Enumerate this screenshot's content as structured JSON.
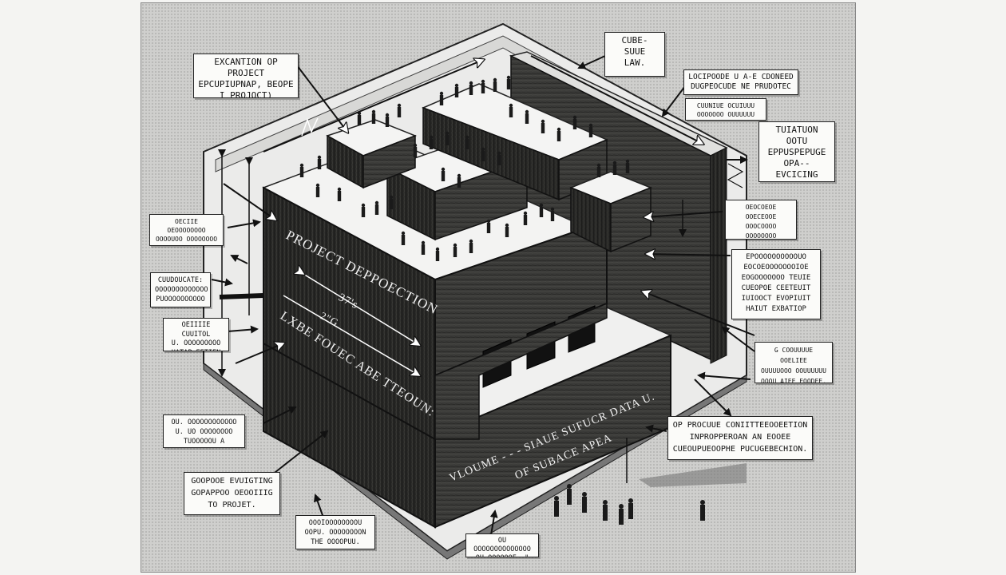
{
  "diagram": {
    "face_texts": {
      "main_title": "PROJECT DEPPOECTION",
      "measure_top": "37's",
      "measure_mid": "2\"G",
      "left_face_bottom": "LXBE FOUEC ABE TTEOUN:",
      "front_line1": "VLOUME - - -  SIAUE SUFUCR DATA U.",
      "front_line2": "OF SUBACE APEA"
    },
    "callouts": {
      "excavation": "EXCANTION OP PROJECT\nEPCUPIUPNAP, BEOPE\nI PROJOCT)",
      "cube": "CUBE-\nSUUE\nLAW.",
      "top_right": "LOCIPOODE U A-E CDONEED\nDUGPEOCUDE NE PRUDOTEC",
      "small_right": "CUUNIUE OCUIUUU\nOOOOOOO OUUUUUU",
      "tuiation": "TUIATUON OOTU\nEPPUSPEPUGE\nOPA--EVCICING\nERCONCIERBILE.",
      "right_mid1": "OEOCOEOE OOECEOOE\nOOOCOOOO OOOOOOOO\nUCODEOCO OOOOCOOO",
      "right_mid2": "EPOOOOOOOOOOUO\nEOCOEOOOOOOOIOE\nEOGOOOOOOO TEUIE\nCUEOPOE CEETEUIT\nIUIOOCT  EVOPIUIT\nHAIUT EXBATIOP",
      "right_low": "G COOUUUUE OOELIEE\nOUUUUOOO OOUUUUUU\nOOOU AIEE EOODEE.",
      "left_top": "OECIIE OEOOOOOOOO\nOOOOUOO OOOOOOOO\nG. E. OOOOOOOOOO",
      "left_cube": "CUUDOUCATE:\nOOOOOOOOOOOOO\nPUOOOOOOOOOO",
      "left_control": "OEIIIIE CUUITOL\nU. OOOOOOOOO\nHATAP EETIEN",
      "right_procure": "OP PROCUUE CONIITTEEOOEETION\nINPROPPEROAN AN EOOEE\nCUEOUPUEOOPHE PUCUGEBECHION.",
      "bottom_left1": "OU. OOOOOOOOOOOO\nU. UO OOOOOOOO\nTUOOOOOU A OOOOOE.",
      "bottom_left2": "GOOPOOE EVUIGTING\nGOPAPPOO OEOOIIIG\nTO PROJET.",
      "bottom_mid": "OOOIOOOOOOOOU\nOOPU. OOOOOOOON\nTHE OOOOPUU.",
      "bottom_center": "OU OOOOOOOOOOOOOO\nOU OOOOOOE. \""
    }
  }
}
